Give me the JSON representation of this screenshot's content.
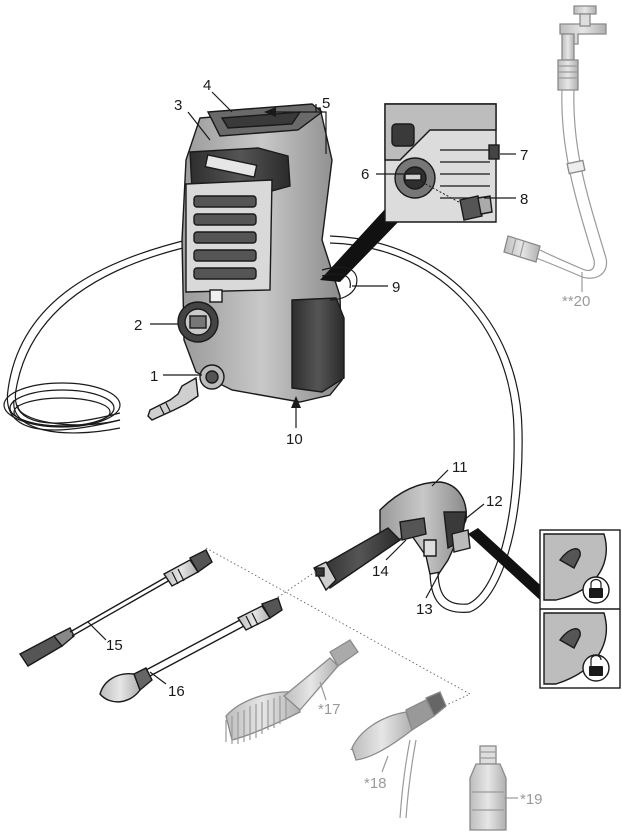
{
  "labels": {
    "l1": "1",
    "l2": "2",
    "l3": "3",
    "l4": "4",
    "l5": "5",
    "l6": "6",
    "l7": "7",
    "l8": "8",
    "l9": "9",
    "l10": "10",
    "l11": "11",
    "l12": "12",
    "l13": "13",
    "l14": "14",
    "l15": "15",
    "l16": "16",
    "l17": "*17",
    "l18": "*18",
    "l19": "*19",
    "l20": "**20"
  },
  "colors": {
    "line": "#1a1a1a",
    "optional": "#9a9a9a",
    "body_dark": "#3c3c3c",
    "body_mid": "#8c8c8c",
    "body_light": "#d4d4d4"
  },
  "icons": {
    "lock_closed": "padlock-closed-icon",
    "lock_open": "padlock-open-icon"
  }
}
